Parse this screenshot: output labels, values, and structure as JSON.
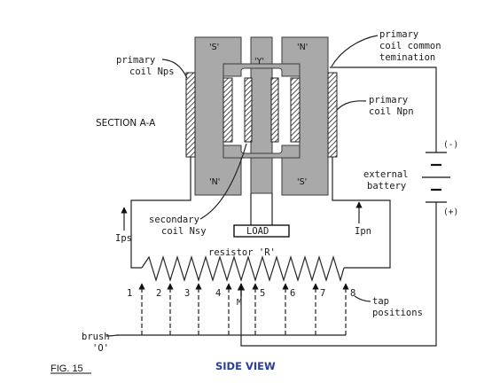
{
  "labels": {
    "primary_coil_nps": [
      "primary",
      "coil Nps"
    ],
    "primary_coil_common": [
      "primary",
      "coil common",
      "temination"
    ],
    "primary_coil_npn": [
      "primary",
      "coil Npn"
    ],
    "section": "SECTION A-A",
    "pole_s_top": "'S'",
    "pole_y": "'Y'",
    "pole_n_top": "'N'",
    "pole_n_bottom": "'N'",
    "pole_s_bottom": "'S'",
    "secondary_coil": [
      "secondary",
      "coil Nsy"
    ],
    "load": "LOAD",
    "external_battery": [
      "external",
      "battery"
    ],
    "battery_minus": "(-)",
    "battery_plus": "(+)",
    "ips": "Ips",
    "ipn": "Ipn",
    "resistor": "resistor 'R'",
    "tap_positions": [
      "tap",
      "positions"
    ],
    "brush": [
      "brush",
      "'O'"
    ],
    "m_label": "M",
    "fig": "FIG. 15",
    "side_view": "SIDE VIEW"
  },
  "taps": [
    "1",
    "2",
    "3",
    "4",
    "5",
    "6",
    "7",
    "8"
  ],
  "colors": {
    "core": "#a9a9a9",
    "side_view": "#2b3d9a"
  }
}
